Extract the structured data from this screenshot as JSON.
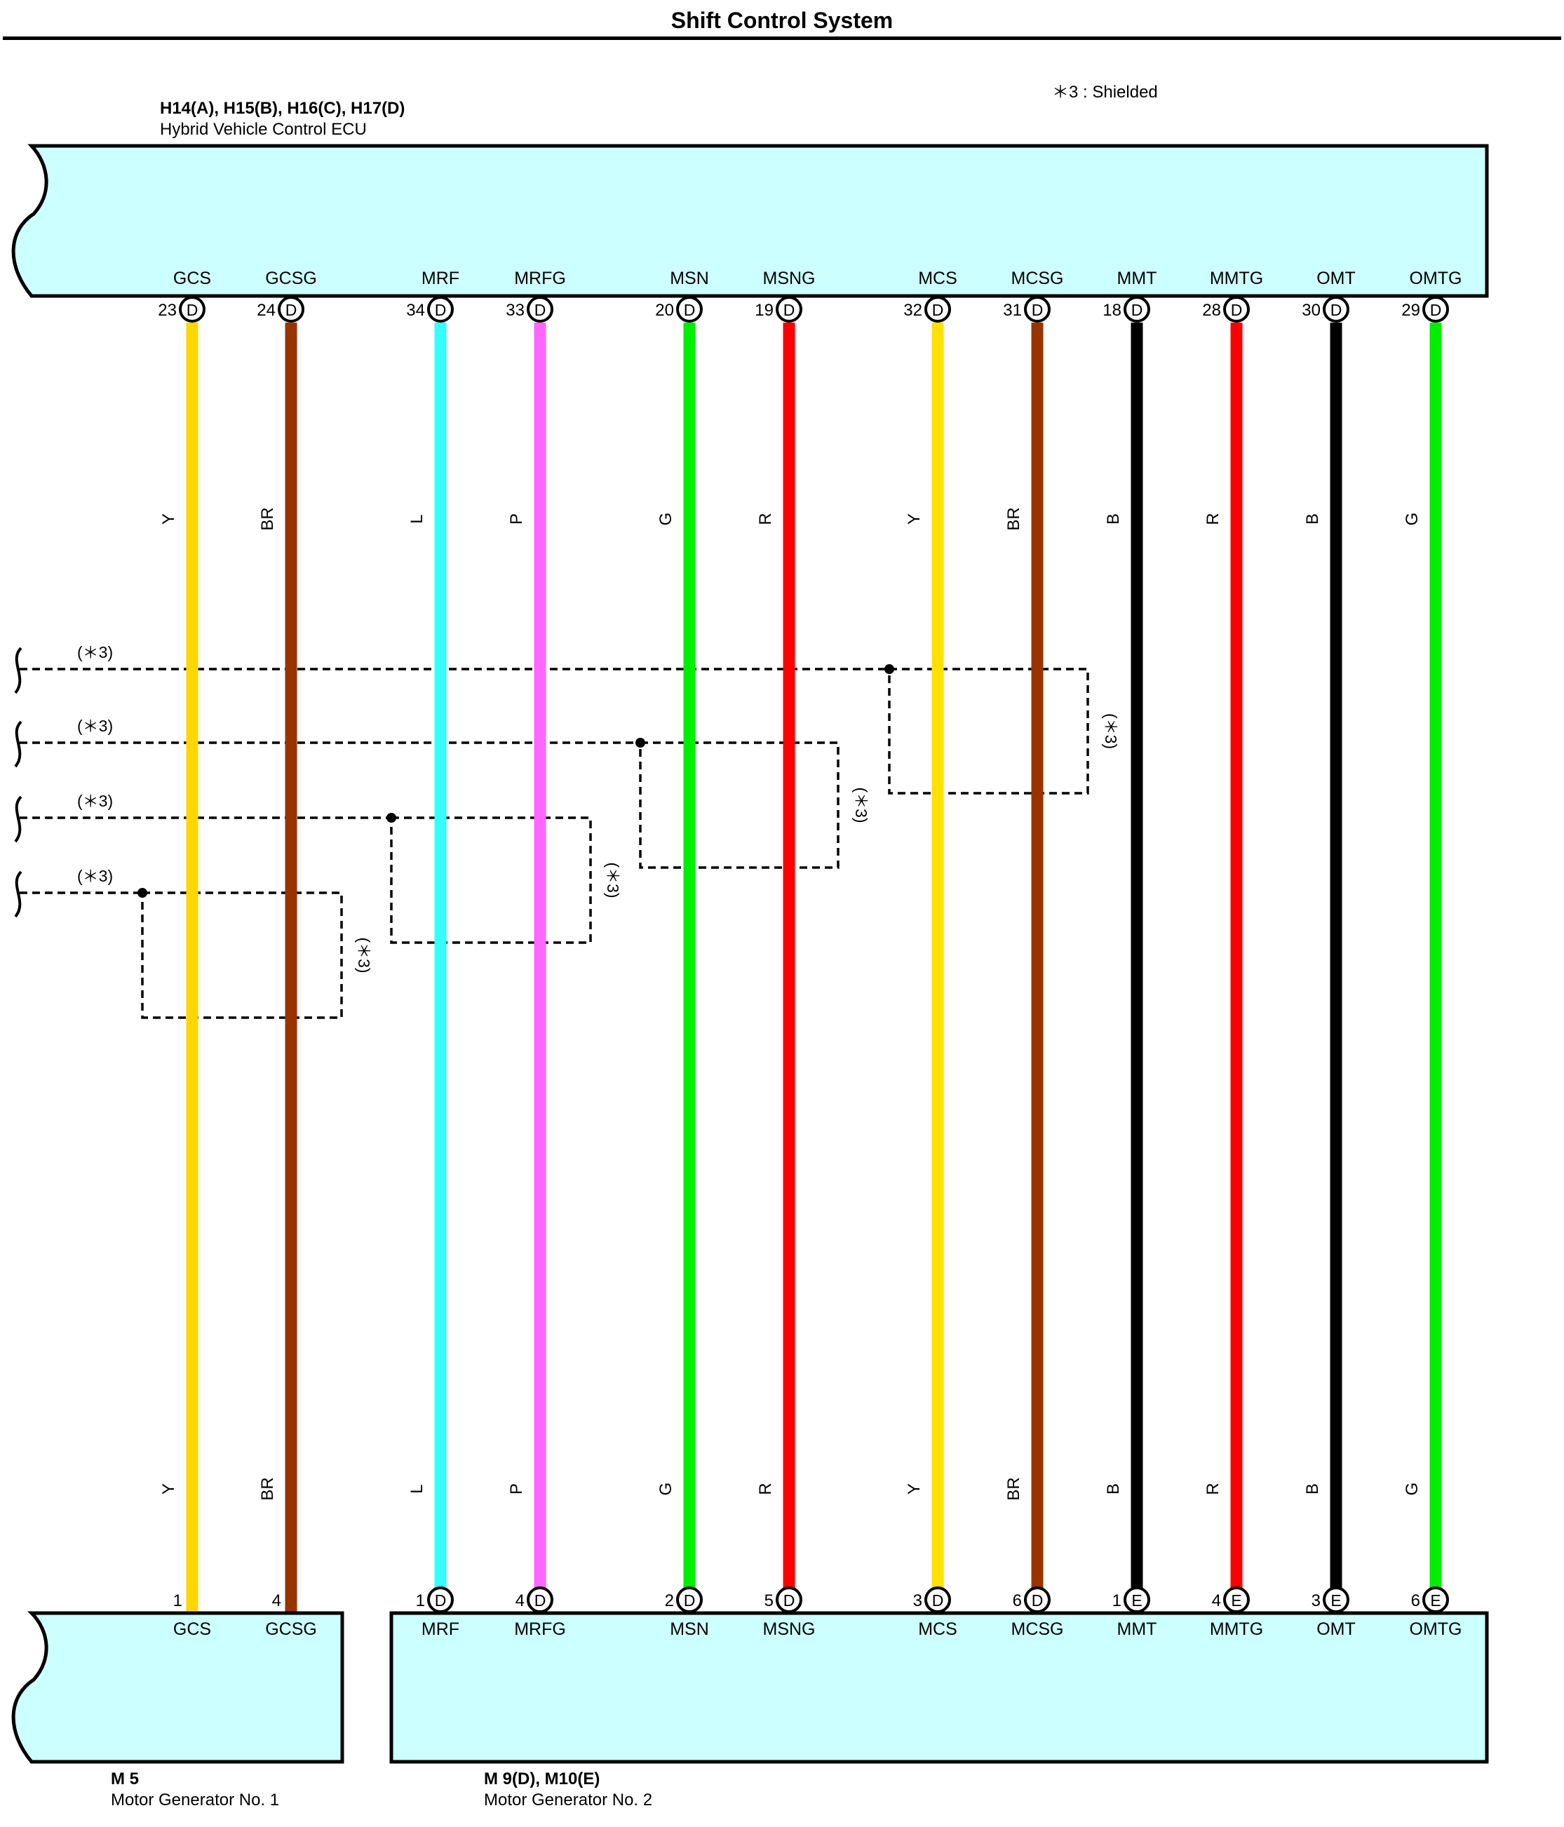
{
  "title": "Shift Control System",
  "legend_note": "＊3 : Shielded",
  "shield_tag": "(＊3)",
  "ecu": {
    "name": "H14(A), H15(B), H16(C), H17(D)",
    "sub": "Hybrid Vehicle Control ECU"
  },
  "m5": {
    "name": "M 5",
    "sub": "Motor Generator No. 1"
  },
  "m9": {
    "name": "M 9(D), M10(E)",
    "sub": "Motor Generator No. 2"
  },
  "wires": [
    {
      "top_term": "GCS",
      "top_pin": "23",
      "top_conn": "D",
      "bot_term": "GCS",
      "bot_pin": "1",
      "bot_conn": "",
      "color_code": "Y",
      "color": "#ffd700"
    },
    {
      "top_term": "GCSG",
      "top_pin": "24",
      "top_conn": "D",
      "bot_term": "GCSG",
      "bot_pin": "4",
      "bot_conn": "",
      "color_code": "BR",
      "color": "#993300"
    },
    {
      "top_term": "MRF",
      "top_pin": "34",
      "top_conn": "D",
      "bot_term": "MRF",
      "bot_pin": "1",
      "bot_conn": "D",
      "color_code": "L",
      "color": "#33ffff"
    },
    {
      "top_term": "MRFG",
      "top_pin": "33",
      "top_conn": "D",
      "bot_term": "MRFG",
      "bot_pin": "4",
      "bot_conn": "D",
      "color_code": "P",
      "color": "#ff66ff"
    },
    {
      "top_term": "MSN",
      "top_pin": "20",
      "top_conn": "D",
      "bot_term": "MSN",
      "bot_pin": "2",
      "bot_conn": "D",
      "color_code": "G",
      "color": "#00ee00"
    },
    {
      "top_term": "MSNG",
      "top_pin": "19",
      "top_conn": "D",
      "bot_term": "MSNG",
      "bot_pin": "5",
      "bot_conn": "D",
      "color_code": "R",
      "color": "#ff0000"
    },
    {
      "top_term": "MCS",
      "top_pin": "32",
      "top_conn": "D",
      "bot_term": "MCS",
      "bot_pin": "3",
      "bot_conn": "D",
      "color_code": "Y",
      "color": "#ffe100"
    },
    {
      "top_term": "MCSG",
      "top_pin": "31",
      "top_conn": "D",
      "bot_term": "MCSG",
      "bot_pin": "6",
      "bot_conn": "D",
      "color_code": "BR",
      "color": "#993300"
    },
    {
      "top_term": "MMT",
      "top_pin": "18",
      "top_conn": "D",
      "bot_term": "MMT",
      "bot_pin": "1",
      "bot_conn": "E",
      "color_code": "B",
      "color": "#000000"
    },
    {
      "top_term": "MMTG",
      "top_pin": "28",
      "top_conn": "D",
      "bot_term": "MMTG",
      "bot_pin": "4",
      "bot_conn": "E",
      "color_code": "R",
      "color": "#ff0000"
    },
    {
      "top_term": "OMT",
      "top_pin": "30",
      "top_conn": "D",
      "bot_term": "OMT",
      "bot_pin": "3",
      "bot_conn": "E",
      "color_code": "B",
      "color": "#000000"
    },
    {
      "top_term": "OMTG",
      "top_pin": "29",
      "top_conn": "D",
      "bot_term": "OMTG",
      "bot_pin": "6",
      "bot_conn": "E",
      "color_code": "G",
      "color": "#00ee00"
    }
  ],
  "shields": [
    {
      "left_wire": 6,
      "right_wire": 7
    },
    {
      "left_wire": 4,
      "right_wire": 5
    },
    {
      "left_wire": 2,
      "right_wire": 3
    },
    {
      "left_wire": 0,
      "right_wire": 1
    }
  ],
  "colors": {
    "connector_fill": "#ccffff",
    "outline": "#000000"
  }
}
